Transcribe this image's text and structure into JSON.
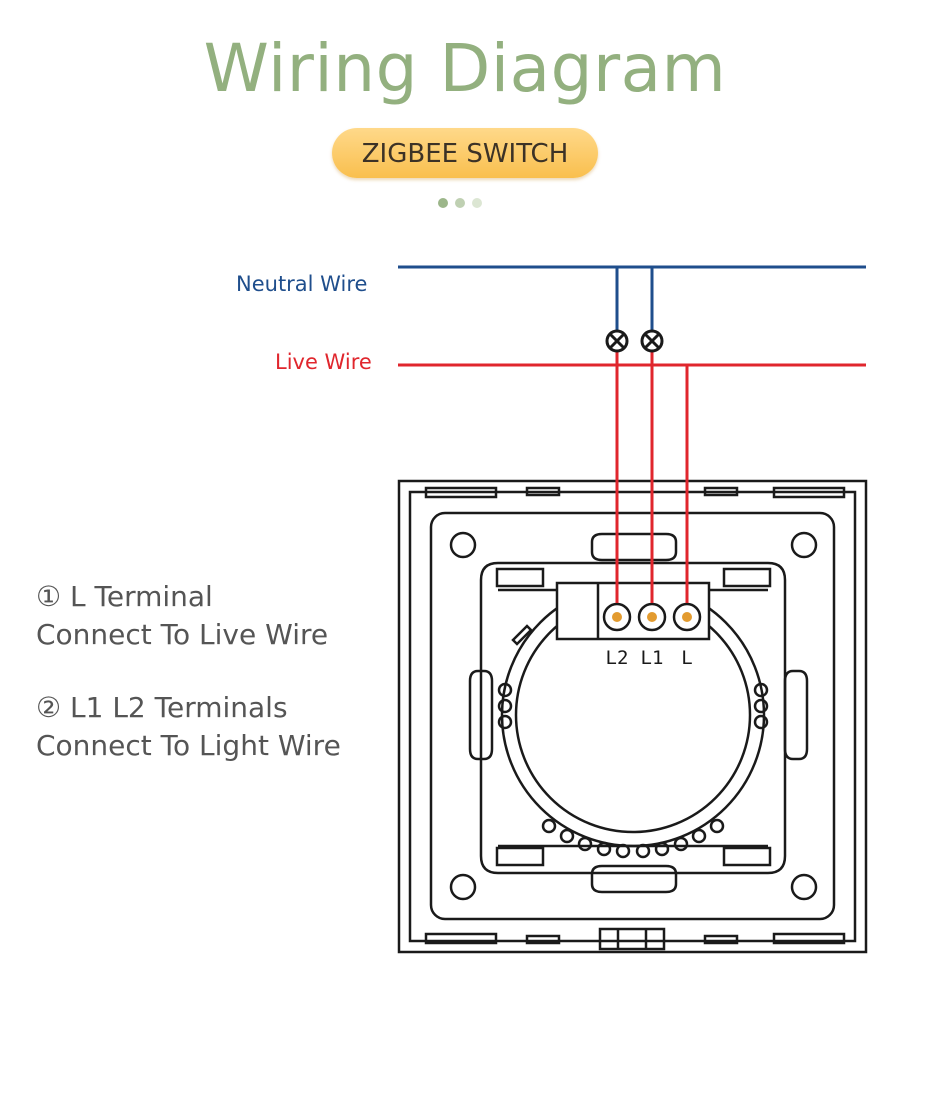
{
  "header": {
    "title": "Wiring Diagram",
    "badge": "ZIGBEE SWITCH",
    "pager_dots": 3,
    "active_dot": 1
  },
  "wires": {
    "neutral_label": "Neutral Wire",
    "live_label": "Live Wire",
    "neutral_color": "#1f4e8c",
    "live_color": "#e0262d"
  },
  "terminals": {
    "labels": [
      "L2",
      "L1",
      "L"
    ]
  },
  "instructions": [
    {
      "line1": "① L Terminal",
      "line2": "Connect To Live Wire"
    },
    {
      "line1": "② L1 L2 Terminals",
      "line2": "Connect To Light Wire"
    }
  ],
  "colors": {
    "title": "#93b07f",
    "badge": "#f9bf4e",
    "outline": "#1a1a1a"
  }
}
